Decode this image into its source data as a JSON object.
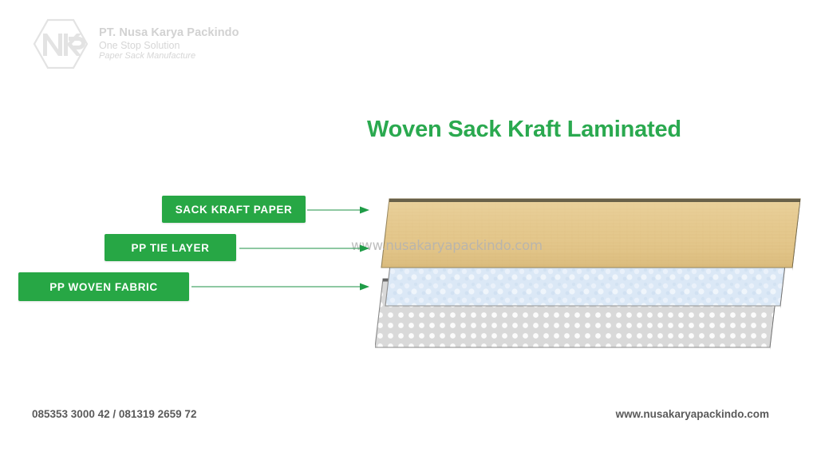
{
  "brand": {
    "logo_icon": "nkp-hexagon-logo",
    "name": "PT. Nusa Karya Packindo",
    "tagline": "One Stop Solution",
    "subtitle": "Paper Sack Manufacture"
  },
  "title": "Woven Sack Kraft Laminated",
  "accent_green": "#27a745",
  "title_green": "#2aa94f",
  "diagram": {
    "watermark": "www.nusakaryapackindo.com",
    "labels": [
      {
        "text": "SACK KRAFT PAPER",
        "arrow_icon": "arrow-right-icon"
      },
      {
        "text": "PP TIE LAYER",
        "arrow_icon": "arrow-right-icon"
      },
      {
        "text": "PP WOVEN FABRIC",
        "arrow_icon": "arrow-right-icon"
      }
    ],
    "layers": [
      {
        "name": "sack-kraft-paper-layer",
        "color": "#e0c486"
      },
      {
        "name": "pp-tie-layer",
        "color": "#d7e6f5"
      },
      {
        "name": "pp-woven-fabric-layer",
        "color": "#dcdcdc"
      }
    ]
  },
  "footer": {
    "phone": "085353 3000 42 / 081319 2659 72",
    "website": "www.nusakaryapackindo.com"
  }
}
